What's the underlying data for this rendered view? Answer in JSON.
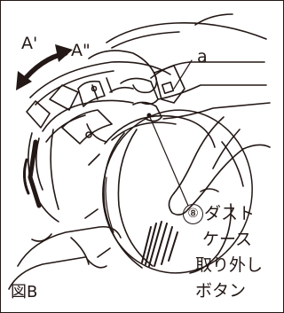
{
  "figure": {
    "caption": "図B",
    "colors": {
      "line": "#231815",
      "background": "#ffffff"
    }
  },
  "labels": {
    "arrow_a_prime": "A'",
    "arrow_a_double_prime": "A\"",
    "part_a": "a",
    "button_number": "⑧",
    "button_line1": "ダスト",
    "button_line2": "ケース",
    "button_line3": "取り外し",
    "button_line4": "ボタン"
  }
}
